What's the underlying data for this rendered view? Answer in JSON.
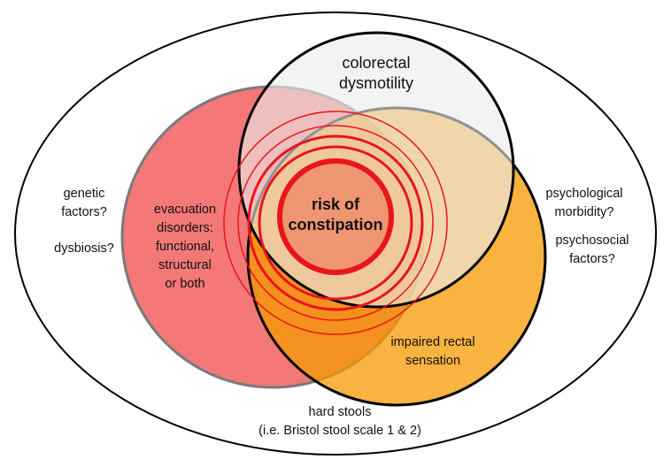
{
  "colors": {
    "outer_stroke": "#000000",
    "dysmotility_fill": "#ececec",
    "evacuation_fill": "#f25a5a",
    "sensation_fill": "#f59a00",
    "ring_red": "#e8151a",
    "center_fill": "#ee6a4e"
  },
  "labels": {
    "dysmotility_line1": "colorectal",
    "dysmotility_line2": "dysmotility",
    "center_line1": "risk of",
    "center_line2": "constipation",
    "evacuation_line1": "evacuation",
    "evacuation_line2": "disorders:",
    "evacuation_line3": "functional,",
    "evacuation_line4": "structural",
    "evacuation_line5": "or both",
    "sensation_line1": "impaired rectal",
    "sensation_line2": "sensation",
    "genetic_line1": "genetic",
    "genetic_line2": "factors?",
    "dysbiosis": "dysbiosis?",
    "psych_line1": "psychological",
    "psych_line2": "morbidity?",
    "psychosocial_line1": "psychosocial",
    "psychosocial_line2": "factors?",
    "stools_line1": "hard stools",
    "stools_line2": "(i.e. Bristol stool scale 1 & 2)"
  }
}
